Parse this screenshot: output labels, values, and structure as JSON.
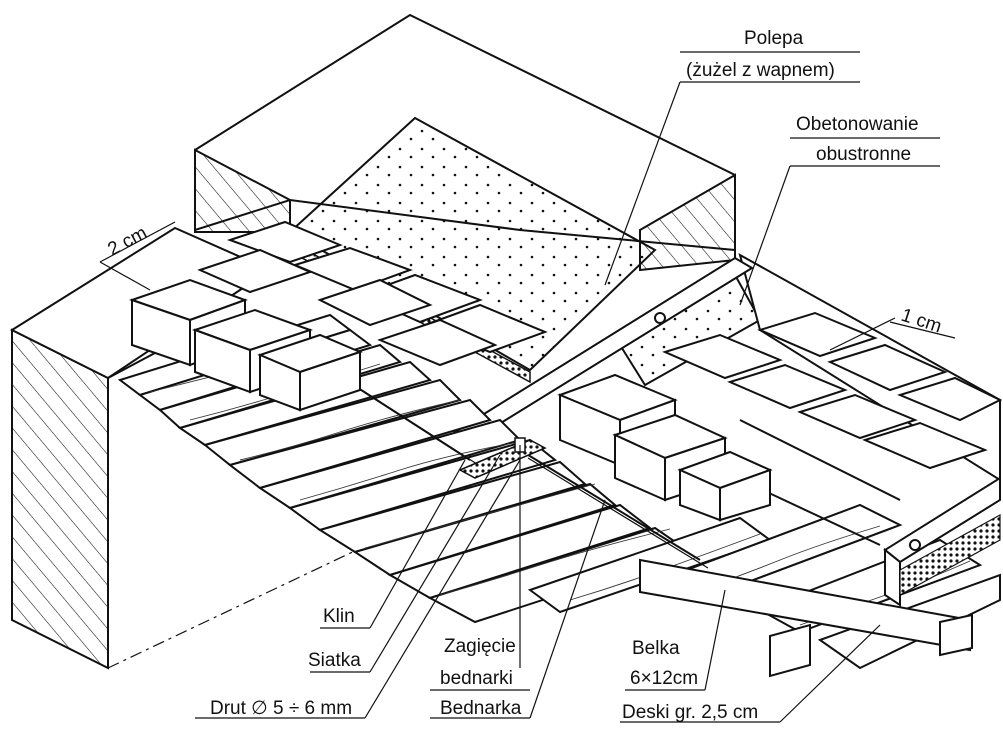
{
  "labels": {
    "polepa_line1": "Polepa",
    "polepa_line2": "(żużel z wapnem)",
    "obetonowanie_line1": "Obetonowanie",
    "obetonowanie_line2": "obustronne",
    "dim_2cm": "2 cm",
    "dim_1cm": "1 cm",
    "klin": "Klin",
    "siatka": "Siatka",
    "drut": "Drut ∅ 5 ÷ 6 mm",
    "zagiecie_line1": "Zagięcie",
    "zagiecie_line2": "bednarki",
    "bednarka": "Bednarka",
    "belka_line1": "Belka",
    "belka_line2": "6×12cm",
    "deski": "Deski gr. 2,5 cm"
  },
  "colors": {
    "ink": "#111111",
    "paper": "#ffffff"
  }
}
